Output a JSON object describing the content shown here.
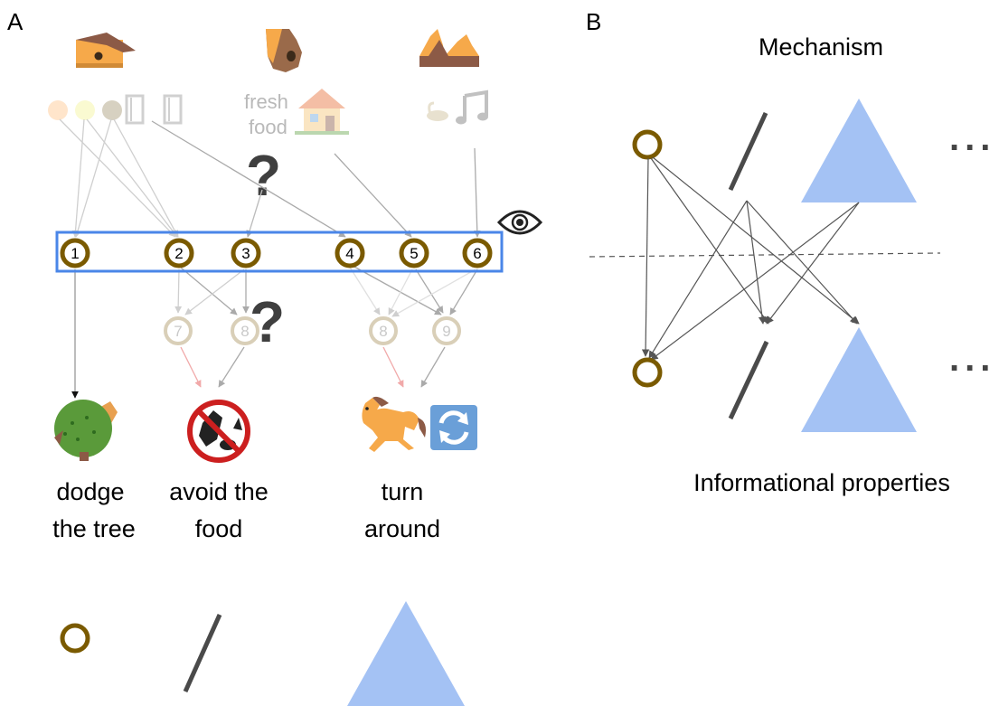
{
  "panels": {
    "a": {
      "letter": "A"
    },
    "b": {
      "letter": "B",
      "heading": "Mechanism",
      "footer": "Informational properties",
      "ellipsis": "..."
    }
  },
  "sense_labels": {
    "fresh": "fresh",
    "food": "food"
  },
  "question_mark": "?",
  "nodes": {
    "observed": [
      "1",
      "2",
      "3",
      "4",
      "5",
      "6"
    ],
    "hidden": [
      "7",
      "8",
      "8",
      "9"
    ]
  },
  "actions": {
    "dodge": [
      "dodge",
      "the tree"
    ],
    "avoid": [
      "avoid the",
      "food"
    ],
    "turn": [
      "turn",
      "around"
    ]
  },
  "icons": {
    "sources": [
      "horse-eye-icon",
      "horse-nose-icon",
      "horse-ear-icon"
    ],
    "attention": "eye-icon",
    "outcomes": [
      "horse-tree-icon",
      "no-horse-food-icon",
      "galloping-horse-icon",
      "turn-around-icon"
    ]
  },
  "colors": {
    "node_ring": "#7a5a00",
    "attention_box": "#4a86e8",
    "triangle": "#a4c2f4",
    "slash": "#4a4a4a",
    "faded_ring": "#d9cfb8"
  }
}
